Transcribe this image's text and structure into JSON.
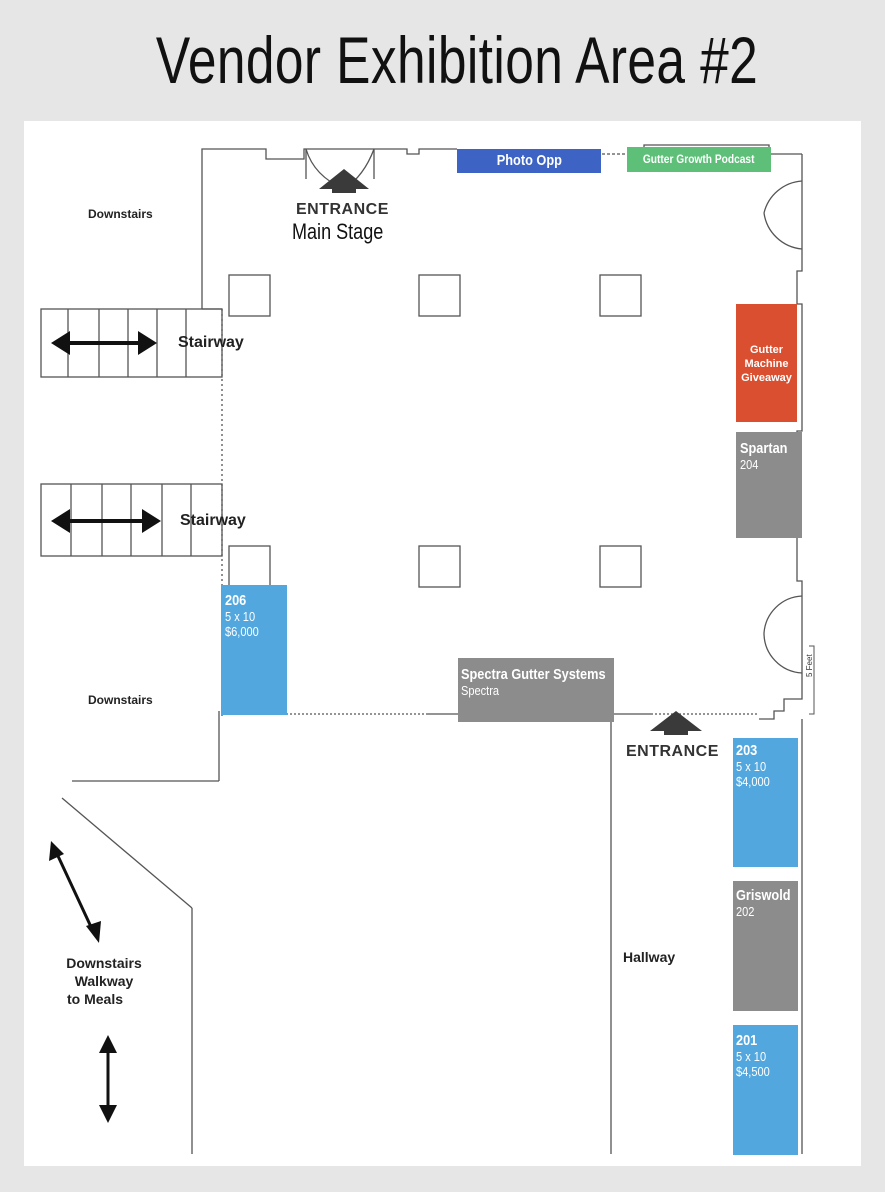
{
  "title": "Vendor Exhibition Area #2",
  "colors": {
    "available_booth": "#52a7de",
    "sold_booth": "#8c8c8c",
    "photo_opp": "#3d63c4",
    "podcast": "#5dbf78",
    "giveaway": "#d94f30"
  },
  "features": {
    "photo_opp": "Photo Opp",
    "podcast": "Gutter Growth Podcast",
    "giveaway": "Gutter Machine Giveaway"
  },
  "booths": {
    "b206": {
      "number": "206",
      "size": "5 x 10",
      "price": "$6,000"
    },
    "b204": {
      "name": "Spartan",
      "number": "204"
    },
    "b_spectra": {
      "name": "Spectra Gutter Systems",
      "short": "Spectra"
    },
    "b203": {
      "number": "203",
      "size": "5 x 10",
      "price": "$4,000"
    },
    "b202": {
      "name": "Griswold",
      "number": "202"
    },
    "b201": {
      "number": "201",
      "size": "5 x 10",
      "price": "$4,500"
    }
  },
  "labels": {
    "entrance_main": "ENTRANCE",
    "main_stage": "Main Stage",
    "entrance_2": "ENTRANCE",
    "stairway_1": "Stairway",
    "stairway_2": "Stairway",
    "downstairs_1": "Downstairs",
    "downstairs_2": "Downstairs",
    "walkway_line1": "Downstairs",
    "walkway_line2": "Walkway",
    "walkway_line3": "to Meals",
    "hallway": "Hallway",
    "five_feet": "5 Feet"
  }
}
